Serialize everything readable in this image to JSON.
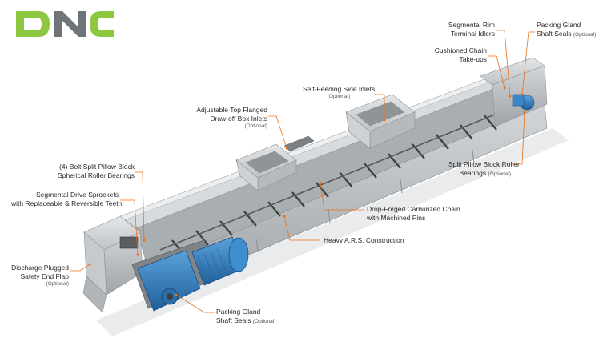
{
  "logo": {
    "text": "DNC",
    "color": "#8dc63f"
  },
  "colors": {
    "leader": "#e8731e",
    "steel": "#c9ccce",
    "motor": "#2f7fc1"
  },
  "callouts": [
    {
      "id": "segmental-rim",
      "lines": [
        "Segmental Rim",
        "Terminal Idlers"
      ],
      "optional": ""
    },
    {
      "id": "packing-gland-top",
      "lines": [
        "Packing Gland",
        "Shaft Seals"
      ],
      "optional": "(Optional)"
    },
    {
      "id": "cushioned-chain",
      "lines": [
        "Cushioned Chain",
        "Take-ups"
      ],
      "optional": ""
    },
    {
      "id": "self-feeding",
      "lines": [
        "Self-Feeding Side Inlets"
      ],
      "optional": "(Optional)"
    },
    {
      "id": "adjustable-top",
      "lines": [
        "Adjustable Top Flanged",
        "Draw-off Box Inlets"
      ],
      "optional": "(Optional)"
    },
    {
      "id": "bolt-split",
      "lines": [
        "(4) Bolt Split Pillow Block",
        "Spherical Roller Bearings"
      ],
      "optional": ""
    },
    {
      "id": "split-pillow",
      "lines": [
        "Split Pillow Block Roller",
        "Bearings"
      ],
      "optional": "(Optional)"
    },
    {
      "id": "segmental-drive",
      "lines": [
        "Segmental Drive Sprockets",
        "with Replaceable & Reversible Teeth"
      ],
      "optional": ""
    },
    {
      "id": "drop-forged",
      "lines": [
        "Drop-Forged Carburized Chain",
        "with Machined Pins"
      ],
      "optional": ""
    },
    {
      "id": "heavy-ars",
      "lines": [
        "Heavy A.R.S. Construction"
      ],
      "optional": ""
    },
    {
      "id": "discharge",
      "lines": [
        "Discharge Plugged",
        "Safety End Flap"
      ],
      "optional": "(Optional)"
    },
    {
      "id": "packing-gland-bottom",
      "lines": [
        "Packing Gland",
        "Shaft Seals"
      ],
      "optional": "(Optional)"
    }
  ]
}
